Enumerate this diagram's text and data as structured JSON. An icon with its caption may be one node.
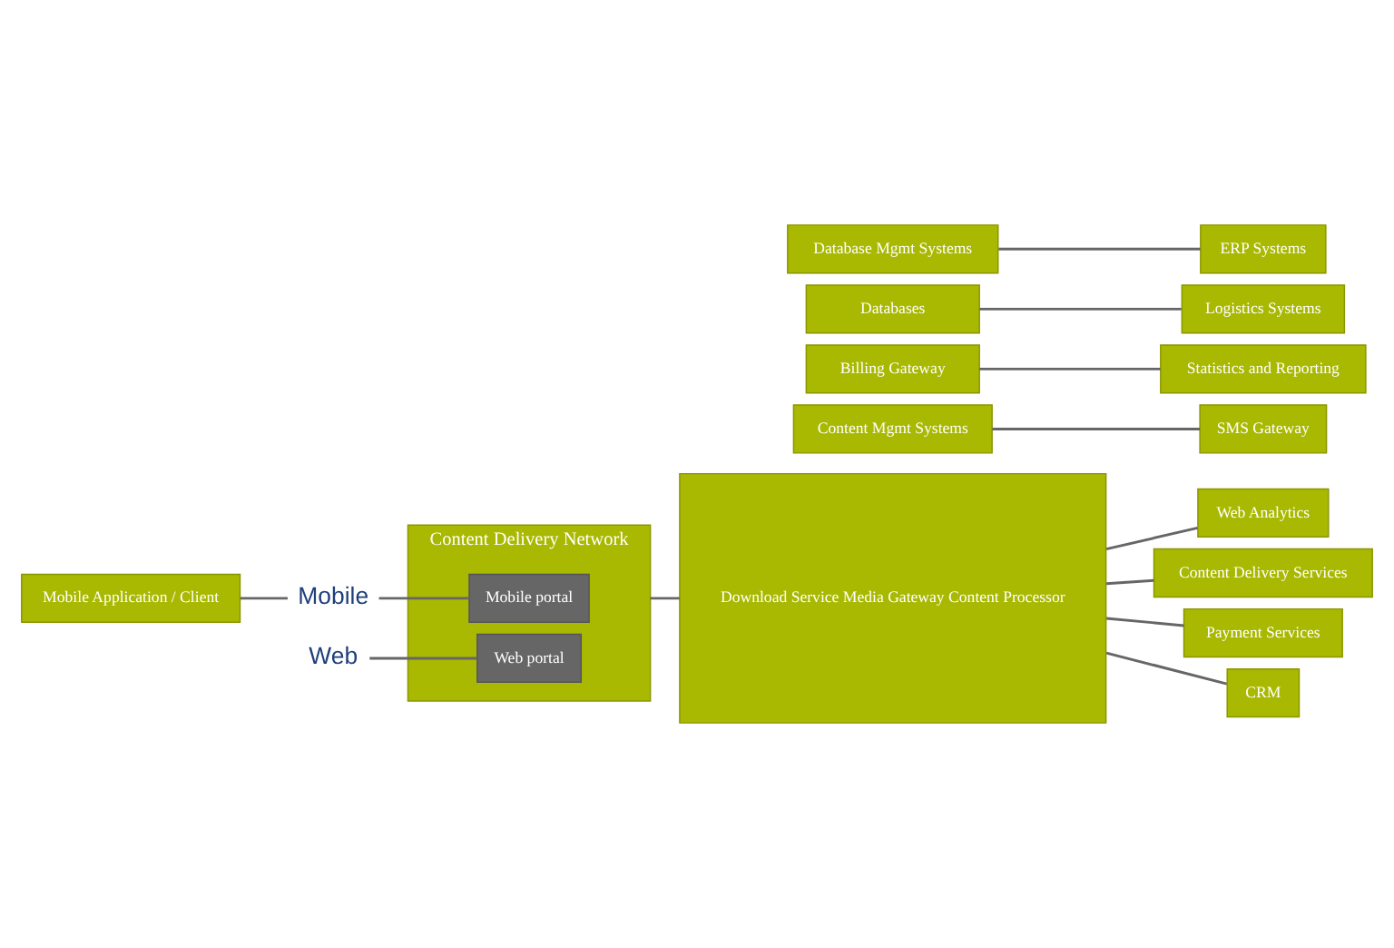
{
  "diagram": {
    "nodes": [
      {
        "text": [
          "Mobile Application / Client"
        ]
      },
      {
        "text": [
          "Web"
        ]
      },
      {
        "text": [
          "Mobile"
        ]
      },
      {
        "text": [
          "Content Delivery Network"
        ]
      },
      {
        "text": [
          "Web portal"
        ],
        "in": 3
      },
      {
        "text": [
          "Mobile portal"
        ],
        "in": 3
      },
      {
        "text": [
          "Content Mgmt Systems"
        ]
      },
      {
        "text": [
          "Billing Gateway"
        ]
      },
      {
        "text": [
          "Download Service Media Gateway Content Processor"
        ]
      },
      {
        "text": [
          "Databases"
        ]
      },
      {
        "text": [
          "Database Mgmt Systems"
        ]
      },
      {
        "text": [
          "SMS Gateway"
        ]
      },
      {
        "text": [
          "Statistics and Reporting"
        ]
      },
      {
        "text": [
          "Web Analytics"
        ]
      },
      {
        "text": [
          "Content Delivery Services"
        ]
      },
      {
        "text": [
          "Payment Services"
        ]
      },
      {
        "text": [
          "CRM"
        ]
      },
      {
        "text": [
          "Logistics Systems"
        ]
      },
      {
        "text": [
          "ERP Systems"
        ]
      }
    ],
    "edges": [
      {
        "from": 0,
        "to": 2,
        "arrow": "none"
      },
      {
        "from": 1,
        "to": 4,
        "arrow": "none"
      },
      {
        "from": 2,
        "to": 5,
        "arrow": "none"
      },
      {
        "from": 3,
        "to": 8,
        "arrow": "none"
      },
      {
        "from": 6,
        "to": 11,
        "arrow": "none"
      },
      {
        "from": 7,
        "to": 12,
        "arrow": "none"
      },
      {
        "from": 8,
        "to": 13,
        "arrow": "none"
      },
      {
        "from": 8,
        "to": 14,
        "arrow": "none"
      },
      {
        "from": 8,
        "to": 15,
        "arrow": "none"
      },
      {
        "from": 8,
        "to": 16,
        "arrow": "none"
      },
      {
        "from": 9,
        "to": 17,
        "arrow": "none"
      },
      {
        "from": 10,
        "to": 18,
        "arrow": "none"
      }
    ]
  }
}
